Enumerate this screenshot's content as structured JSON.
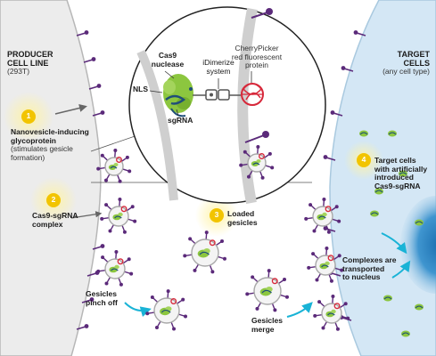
{
  "producer": {
    "title_line1": "PRODUCER",
    "title_line2": "CELL LINE",
    "subtitle": "(293T)"
  },
  "target": {
    "title_line1": "TARGET",
    "title_line2": "CELLS",
    "subtitle": "(any cell type)"
  },
  "zoom": {
    "cas9_line1": "Cas9",
    "cas9_line2": "nuclease",
    "nls": "NLS",
    "sgrna": "sgRNA",
    "idimerize_line1": "iDimerize",
    "idimerize_line2": "system",
    "cherry_line1": "CherryPicker",
    "cherry_line2": "red fluorescent",
    "cherry_line3": "protein"
  },
  "steps": [
    {
      "number": "1",
      "line1": "Nanovesicle-inducing",
      "line2": "glycoprotein",
      "sub1": "(stimulates gesicle",
      "sub2": "formation)"
    },
    {
      "number": "2",
      "line1": "Cas9-sgRNA",
      "line2": "complex"
    },
    {
      "number": "3",
      "line1": "Loaded",
      "line2": "gesicles"
    },
    {
      "number": "4",
      "line1": "Target cells",
      "line2": "with artificially",
      "line3": "introduced",
      "line4": "Cas9-sgRNA"
    }
  ],
  "labels": {
    "pinch_line1": "Gesicles",
    "pinch_line2": "pinch off",
    "merge_line1": "Gesicles",
    "merge_line2": "merge",
    "transport_line1": "Complexes are",
    "transport_line2": "transported",
    "transport_line3": "to nucleus"
  },
  "colors": {
    "step_badge": "#f2c400",
    "glycoprotein": "#5b2a7a",
    "cas9": "#8cc63f",
    "sgrna": "#1f4e79",
    "cherry": "#d7283a",
    "arrow_cyan": "#19b3d6",
    "target_cell": "#cfe4f3",
    "nucleus": "#2f86c4"
  }
}
